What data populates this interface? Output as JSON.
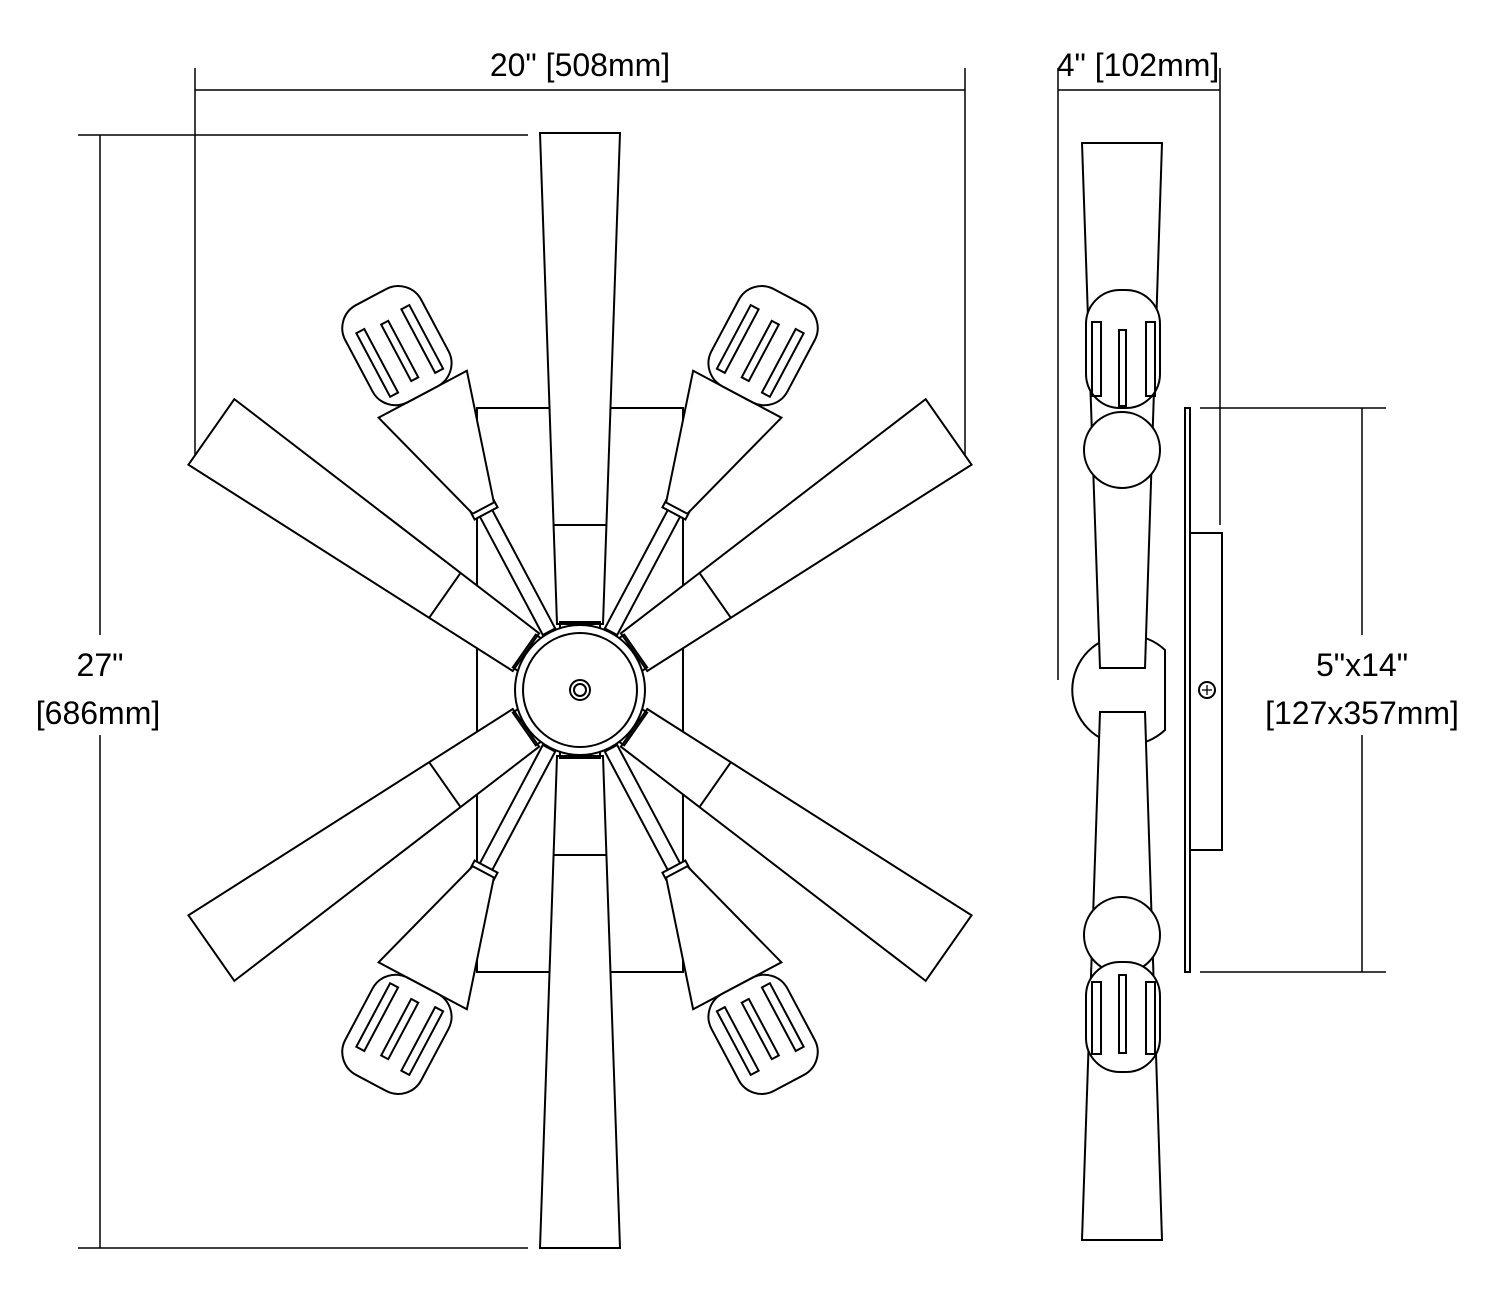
{
  "dimensions": {
    "width_front": "20\" [508mm]",
    "depth_side": "4\" [102mm]",
    "height_in": "27\"",
    "height_mm": "[686mm]",
    "backplate_in": "5\"x14\"",
    "backplate_mm": "[127x357mm]"
  },
  "colors": {
    "line": "#000000",
    "background": "#ffffff"
  }
}
